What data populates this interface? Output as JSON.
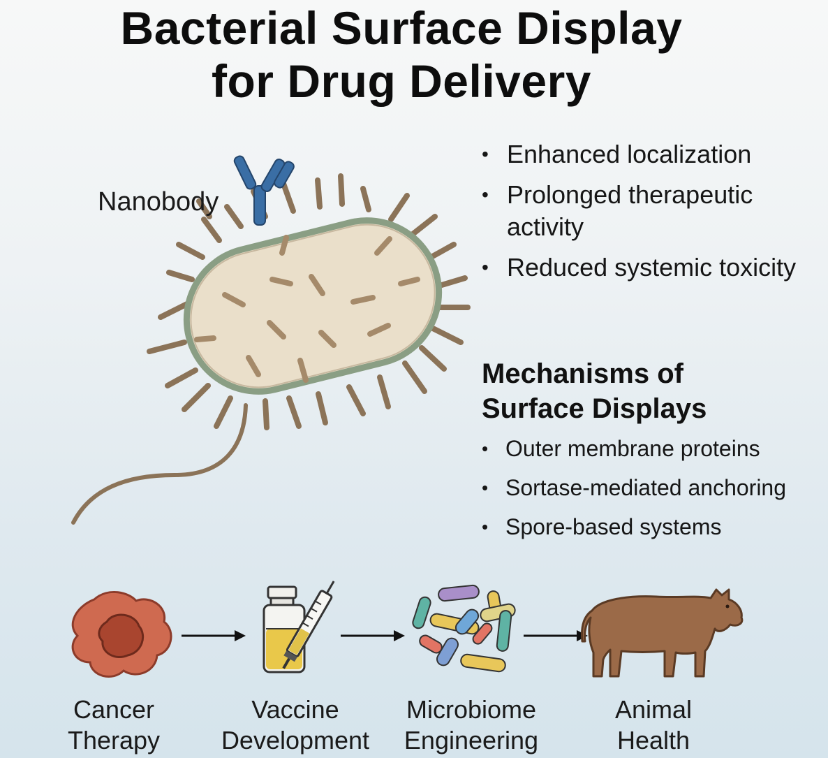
{
  "title": {
    "line1": "Bacterial Surface Display",
    "line2": "for Drug Delivery"
  },
  "diagram": {
    "nanobody_label": "Nanobody",
    "colors": {
      "cell_fill": "#eadfca",
      "cell_membrane": "#8a9e84",
      "pili": "#8b7358",
      "nanobody": "#3a6ea5"
    }
  },
  "benefits": [
    "Enhanced localization",
    "Prolonged therapeutic activity",
    "Reduced systemic toxicity"
  ],
  "mechanisms": {
    "heading_line1": "Mechanisms of",
    "heading_line2": "Surface Displays",
    "items": [
      "Outer membrane proteins",
      "Sortase-mediated anchoring",
      "Spore-based systems"
    ]
  },
  "applications": [
    {
      "line1": "Cancer",
      "line2": "Therapy",
      "icon": "cancer-cell-icon"
    },
    {
      "line1": "Vaccine",
      "line2": "Development",
      "icon": "vaccine-icon"
    },
    {
      "line1": "Microbiome",
      "line2": "Engineering",
      "icon": "microbiome-icon"
    },
    {
      "line1": "Animal",
      "line2": "Health",
      "icon": "cow-icon"
    }
  ]
}
